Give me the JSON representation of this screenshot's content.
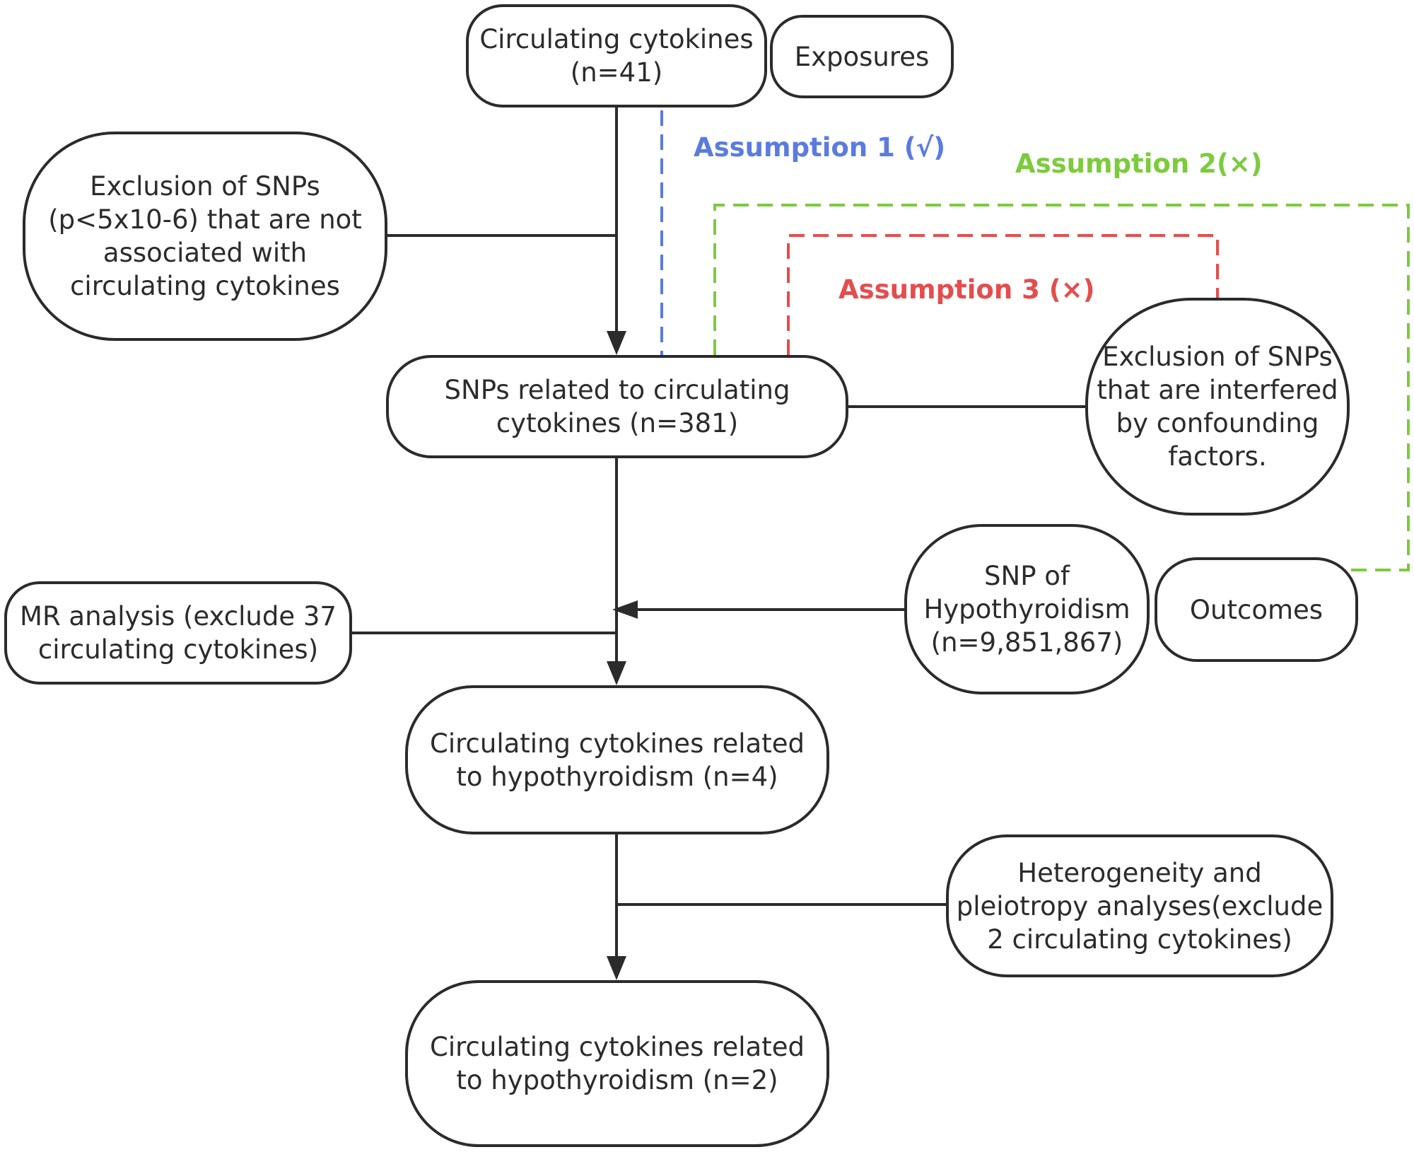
{
  "nodes": {
    "exposure_source": "Circulating cytokines (n=41)",
    "exposures_label": "Exposures",
    "exclusion_p": "Exclusion of SNPs (p<5x10-6) that are not associated with circulating cytokines",
    "snps_related": "SNPs related to circulating cytokines (n=381)",
    "exclusion_confounding": "Exclusion of SNPs that are interfered by confounding factors.",
    "mr_analysis": "MR analysis (exclude 37 circulating cytokines)",
    "snp_hypothyroidism": "SNP of Hypothyroidism (n=9,851,867)",
    "outcomes_label": "Outcomes",
    "cytokines_n4": "Circulating cytokines related to hypothyroidism (n=4)",
    "heterogeneity": "Heterogeneity and pleiotropy analyses(exclude 2 circulating cytokines)",
    "cytokines_n2": "Circulating cytokines related to hypothyroidism (n=2)"
  },
  "assumptions": {
    "a1": "Assumption 1 (√)",
    "a2": "Assumption 2(×)",
    "a3": "Assumption 3 (×)"
  },
  "colors": {
    "line": "#2b2b2b",
    "assumption1": "#5b7be0",
    "assumption2": "#7ccb3c",
    "assumption3": "#e54d4d"
  }
}
